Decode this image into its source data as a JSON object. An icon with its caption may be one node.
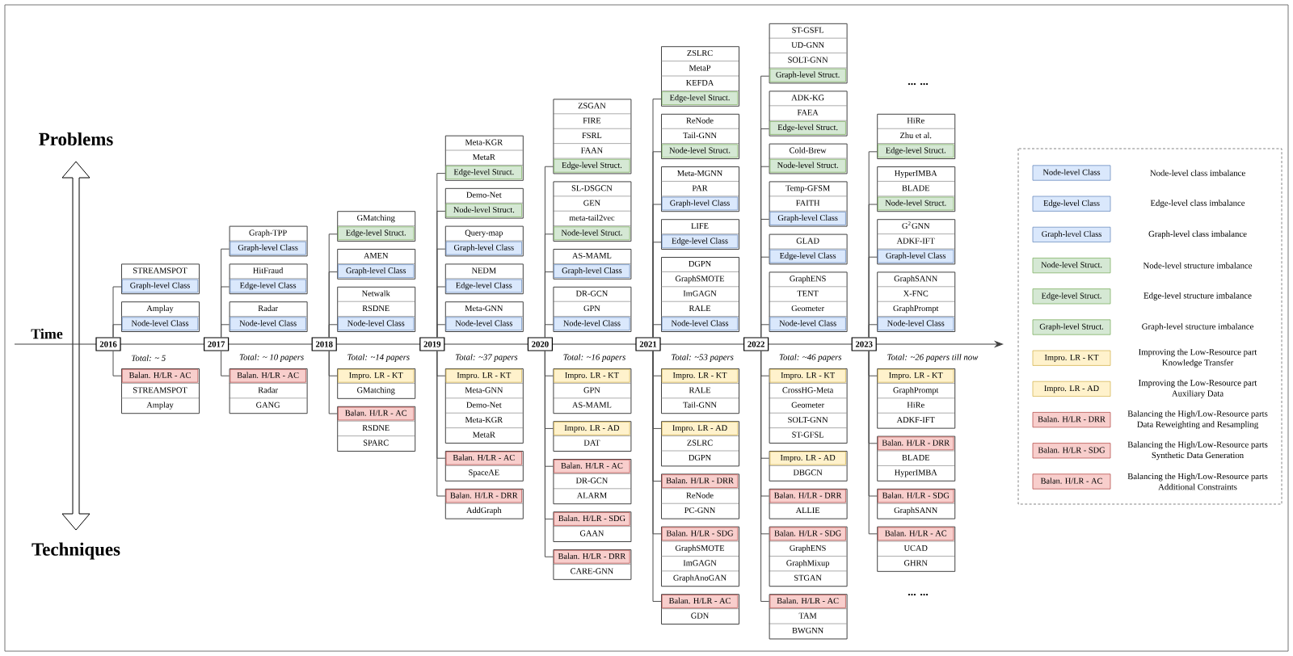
{
  "diagram": {
    "nodes": [
      {
        "text": [
          "2016"
        ],
        "beside": [
          "Total: ~ 5"
        ]
      },
      {
        "text": [
          "STREAMSPOT",
          "Graph-level Class"
        ]
      },
      {
        "text": [
          "Amplay",
          "Node-level Class"
        ]
      },
      {
        "text": [
          "Balan. H/LR - AC",
          "STREAMSPOT",
          "Amplay"
        ]
      },
      {
        "text": [
          "2017"
        ],
        "beside": [
          "Total: ~ 10 papers"
        ]
      },
      {
        "text": [
          "Graph-TPP",
          "Graph-level Class"
        ]
      },
      {
        "text": [
          "HitFraud",
          "Edge-level Class"
        ]
      },
      {
        "text": [
          "Radar",
          "Node-level Class"
        ]
      },
      {
        "text": [
          "Balan. H/LR - AC",
          "Radar",
          "GANG"
        ]
      },
      {
        "text": [
          "2018"
        ],
        "beside": [
          "Total: ~14 papers"
        ]
      },
      {
        "text": [
          "GMatching",
          "Edge-level Struct."
        ]
      },
      {
        "text": [
          "AMEN",
          "Graph-level Class"
        ]
      },
      {
        "text": [
          "Netwalk",
          "RSDNE",
          "Node-level Class"
        ]
      },
      {
        "text": [
          "Impro. LR - KT",
          "GMatching"
        ]
      },
      {
        "text": [
          "Balan. H/LR - AC",
          "RSDNE",
          "SPARC"
        ]
      },
      {
        "text": [
          "2019"
        ],
        "beside": [
          "Total: ~37 papers"
        ]
      },
      {
        "text": [
          "Meta-KGR",
          "MetaR",
          "Edge-level Struct."
        ]
      },
      {
        "text": [
          "Demo-Net",
          "Node-level Struct."
        ]
      },
      {
        "text": [
          "Query-map",
          "Graph-level Class"
        ]
      },
      {
        "text": [
          "NEDM",
          "Edge-level Class"
        ]
      },
      {
        "text": [
          "Meta-GNN",
          "Node-level Class"
        ]
      },
      {
        "text": [
          "Impro. LR - KT",
          "Meta-GNN",
          "Demo-Net",
          "Meta-KGR",
          "MetaR"
        ]
      },
      {
        "text": [
          "Balan. H/LR - AC",
          "SpaceAE"
        ]
      },
      {
        "text": [
          "Balan. H/LR - DRR",
          "AddGraph"
        ]
      },
      {
        "text": [
          "2020"
        ],
        "beside": [
          "Total: ~16 papers"
        ]
      },
      {
        "text": [
          "ZSGAN",
          "FIRE",
          "FSRL",
          "FAAN",
          "Edge-level Struct."
        ]
      },
      {
        "text": [
          "SL-DSGCN",
          "GEN",
          "meta-tail2vec",
          "Node-level Struct."
        ]
      },
      {
        "text": [
          "AS-MAML",
          "Graph-level Class"
        ]
      },
      {
        "text": [
          "DR-GCN",
          "GPN",
          "Node-level Class"
        ]
      },
      {
        "text": [
          "Impro. LR - KT",
          "GPN",
          "AS-MAML"
        ]
      },
      {
        "text": [
          "Impro. LR - AD",
          "DAT"
        ]
      },
      {
        "text": [
          "Balan. H/LR - AC",
          "DR-GCN",
          "ALARM"
        ]
      },
      {
        "text": [
          "Balan. H/LR - SDG",
          "GAAN"
        ]
      },
      {
        "text": [
          "Balan. H/LR - DRR",
          "CARE-GNN"
        ]
      },
      {
        "text": [
          "2021"
        ],
        "beside": [
          "Total: ~53 papers"
        ]
      },
      {
        "text": [
          "ZSLRC",
          "MetaP",
          "KEFDA",
          "Edge-level Struct."
        ]
      },
      {
        "text": [
          "ReNode",
          "Tail-GNN",
          "Node-level Struct."
        ]
      },
      {
        "text": [
          "Meta-MGNN",
          "PAR",
          "Graph-level Class"
        ]
      },
      {
        "text": [
          "LIFE",
          "Edge-level Class"
        ]
      },
      {
        "text": [
          "DGPN",
          "GraphSMOTE",
          "ImGAGN",
          "RALE",
          "Node-level Class"
        ]
      },
      {
        "text": [
          "Impro. LR - KT",
          "RALE",
          "Tail-GNN"
        ]
      },
      {
        "text": [
          "Impro. LR - AD",
          "ZSLRC",
          "DGPN"
        ]
      },
      {
        "text": [
          "Balan. H/LR - DRR",
          "ReNode",
          "PC-GNN"
        ]
      },
      {
        "text": [
          "Balan. H/LR - SDG",
          "GraphSMOTE",
          "ImGAGN",
          "GraphAnoGAN"
        ]
      },
      {
        "text": [
          "Balan. H/LR - AC",
          "GDN"
        ]
      },
      {
        "text": [
          "2022"
        ],
        "beside": [
          "Total: ~46 papers"
        ]
      },
      {
        "text": [
          "ST-GSFL",
          "UD-GNN",
          "SOLT-GNN",
          "Graph-level Struct."
        ]
      },
      {
        "text": [
          "ADK-KG",
          "FAEA",
          "Edge-level Struct."
        ]
      },
      {
        "text": [
          "Cold-Brew",
          "Node-level Struct."
        ]
      },
      {
        "text": [
          "Temp-GFSM",
          "FAITH",
          "Graph-level Class"
        ]
      },
      {
        "text": [
          "GLAD",
          "Edge-level Class"
        ]
      },
      {
        "text": [
          "GraphENS",
          "TENT",
          "Geometer",
          "Node-level Class"
        ]
      },
      {
        "text": [
          "Impro. LR - KT",
          "CrossHG-Meta",
          "Geometer",
          "SOLT-GNN",
          "ST-GFSL"
        ]
      },
      {
        "text": [
          "Impro. LR - AD",
          "DBGCN"
        ]
      },
      {
        "text": [
          "Balan. H/LR - DRR",
          "ALLIE"
        ]
      },
      {
        "text": [
          "Balan. H/LR - SDG",
          "GraphENS",
          "GraphMixup",
          "STGAN"
        ]
      },
      {
        "text": [
          "Balan. H/LR - AC",
          "TAM",
          "BWGNN"
        ]
      },
      {
        "text": [
          "2023"
        ],
        "beside": [
          "Total: ~26 papers till now"
        ]
      },
      {
        "text": [
          "HiRe",
          "Zhu et al.",
          "Edge-level Struct."
        ]
      },
      {
        "text": [
          "HyperIMBA",
          "BLADE",
          "Node-level Struct."
        ]
      },
      {
        "text": [
          "G$^{2}$GNN",
          "ADKF-IFT",
          "Graph-level Class"
        ]
      },
      {
        "text": [
          "GraphSANN",
          "X-FNC",
          "GraphPrompt",
          "Node-level Class"
        ]
      },
      {
        "text": [
          "Impro. LR - KT",
          "GraphPrompt",
          "HiRe",
          "ADKF-IFT"
        ]
      },
      {
        "text": [
          "Balan. H/LR - DRR",
          "BLADE",
          "HyperIMBA"
        ]
      },
      {
        "text": [
          "Balan. H/LR - SDG",
          "GraphSANN"
        ]
      },
      {
        "text": [
          "Balan. H/LR - AC",
          "UCAD",
          "GHRN"
        ]
      }
    ],
    "edges": [
      {
        "from": 0,
        "to": 1,
        "arrow": "none"
      },
      {
        "from": 0,
        "to": 2,
        "arrow": "none"
      },
      {
        "from": 0,
        "to": 3,
        "arrow": "none"
      },
      {
        "from": 4,
        "to": 5,
        "arrow": "none"
      },
      {
        "from": 4,
        "to": 6,
        "arrow": "none"
      },
      {
        "from": 4,
        "to": 7,
        "arrow": "none"
      },
      {
        "from": 4,
        "to": 8,
        "arrow": "none"
      },
      {
        "from": 9,
        "to": 10,
        "arrow": "none"
      },
      {
        "from": 9,
        "to": 11,
        "arrow": "none"
      },
      {
        "from": 9,
        "to": 12,
        "arrow": "none"
      },
      {
        "from": 9,
        "to": 13,
        "arrow": "none"
      },
      {
        "from": 9,
        "to": 14,
        "arrow": "none"
      },
      {
        "from": 15,
        "to": 16,
        "arrow": "none"
      },
      {
        "from": 15,
        "to": 17,
        "arrow": "none"
      },
      {
        "from": 15,
        "to": 18,
        "arrow": "none"
      },
      {
        "from": 15,
        "to": 19,
        "arrow": "none"
      },
      {
        "from": 15,
        "to": 20,
        "arrow": "none"
      },
      {
        "from": 15,
        "to": 21,
        "arrow": "none"
      },
      {
        "from": 15,
        "to": 22,
        "arrow": "none"
      },
      {
        "from": 15,
        "to": 23,
        "arrow": "none"
      },
      {
        "from": 24,
        "to": 25,
        "arrow": "none"
      },
      {
        "from": 24,
        "to": 26,
        "arrow": "none"
      },
      {
        "from": 24,
        "to": 27,
        "arrow": "none"
      },
      {
        "from": 24,
        "to": 28,
        "arrow": "none"
      },
      {
        "from": 24,
        "to": 29,
        "arrow": "none"
      },
      {
        "from": 24,
        "to": 30,
        "arrow": "none"
      },
      {
        "from": 24,
        "to": 31,
        "arrow": "none"
      },
      {
        "from": 24,
        "to": 32,
        "arrow": "none"
      },
      {
        "from": 24,
        "to": 33,
        "arrow": "none"
      },
      {
        "from": 34,
        "to": 35,
        "arrow": "none"
      },
      {
        "from": 34,
        "to": 36,
        "arrow": "none"
      },
      {
        "from": 34,
        "to": 37,
        "arrow": "none"
      },
      {
        "from": 34,
        "to": 38,
        "arrow": "none"
      },
      {
        "from": 34,
        "to": 39,
        "arrow": "none"
      },
      {
        "from": 34,
        "to": 40,
        "arrow": "none"
      },
      {
        "from": 34,
        "to": 41,
        "arrow": "none"
      },
      {
        "from": 34,
        "to": 42,
        "arrow": "none"
      },
      {
        "from": 34,
        "to": 43,
        "arrow": "none"
      },
      {
        "from": 34,
        "to": 44,
        "arrow": "none"
      },
      {
        "from": 45,
        "to": 46,
        "arrow": "none"
      },
      {
        "from": 45,
        "to": 47,
        "arrow": "none"
      },
      {
        "from": 45,
        "to": 48,
        "arrow": "none"
      },
      {
        "from": 45,
        "to": 49,
        "arrow": "none"
      },
      {
        "from": 45,
        "to": 50,
        "arrow": "none"
      },
      {
        "from": 45,
        "to": 51,
        "arrow": "none"
      },
      {
        "from": 45,
        "to": 52,
        "arrow": "none"
      },
      {
        "from": 45,
        "to": 53,
        "arrow": "none"
      },
      {
        "from": 45,
        "to": 54,
        "arrow": "none"
      },
      {
        "from": 45,
        "to": 55,
        "arrow": "none"
      },
      {
        "from": 45,
        "to": 56,
        "arrow": "none"
      },
      {
        "from": 57,
        "to": 58,
        "arrow": "none"
      },
      {
        "from": 57,
        "to": 59,
        "arrow": "none"
      },
      {
        "from": 57,
        "to": 60,
        "arrow": "none"
      },
      {
        "from": 57,
        "to": 61,
        "arrow": "none"
      },
      {
        "from": 57,
        "to": 62,
        "arrow": "none"
      },
      {
        "from": 57,
        "to": 63,
        "arrow": "none"
      },
      {
        "from": 57,
        "to": 64,
        "arrow": "none"
      },
      {
        "from": 57,
        "to": 65,
        "arrow": "none"
      }
    ],
    "labels": [
      "Problems",
      "Time",
      "Techniques",
      "... ...",
      "... ...",
      "Node-level Class",
      "Edge-level Class",
      "Graph-level Class",
      "Node-level Struct.",
      "Edge-level Struct.",
      "Graph-level Struct.",
      "Impro. LR - KT",
      "Impro. LR - AD",
      "Balan. H/LR - DRR",
      "Balan. H/LR - SDG",
      "Balan. H/LR - AC"
    ],
    "legend": [
      {
        "text": "Node-level class imbalance",
        "color": "#dae8fc"
      },
      {
        "text": "Edge-level class imbalance",
        "color": "#dae8fc"
      },
      {
        "text": "Graph-level class imbalance",
        "color": "#dae8fc"
      },
      {
        "text": "Node-level structure imbalance",
        "color": "#d5e8d4"
      },
      {
        "text": "Edge-level structure imbalance",
        "color": "#d5e8d4"
      },
      {
        "text": "Graph-level structure imbalance",
        "color": "#d5e8d4"
      },
      {
        "text": "Improving the Low-Resource part Knowledge Transfer",
        "color": "#fff2cc"
      },
      {
        "text": "Improving the Low-Resource part Auxiliary Data",
        "color": "#fff2cc"
      },
      {
        "text": "Balancing the High/Low-Resource parts Data Reweighting and Resampling",
        "color": "#f8cecc"
      },
      {
        "text": "Balancing the High/Low-Resource parts Synthetic Data Generation",
        "color": "#f8cecc"
      },
      {
        "text": "Balancing the High/Low-Resource parts Additional Constraints",
        "color": "#f8cecc"
      }
    ]
  }
}
